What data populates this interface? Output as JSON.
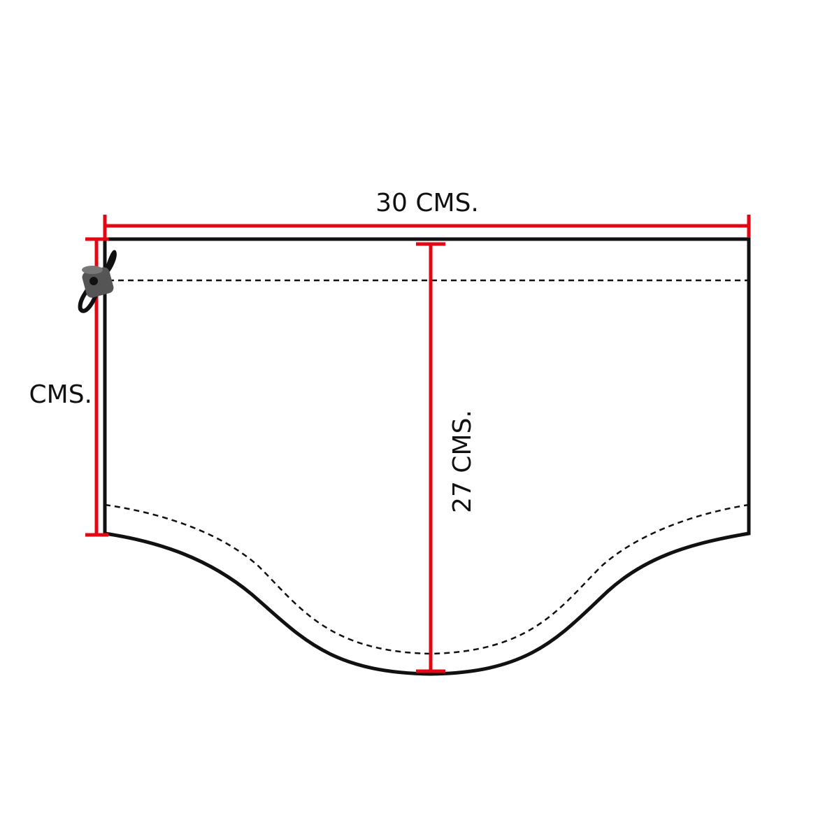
{
  "diagram": {
    "width_label": "30 CMS.",
    "height_label": "27 CMS.",
    "side_label": "CMS.",
    "colors": {
      "dimension": "#e30613",
      "outline": "#111111",
      "toggle": "#555555"
    }
  }
}
